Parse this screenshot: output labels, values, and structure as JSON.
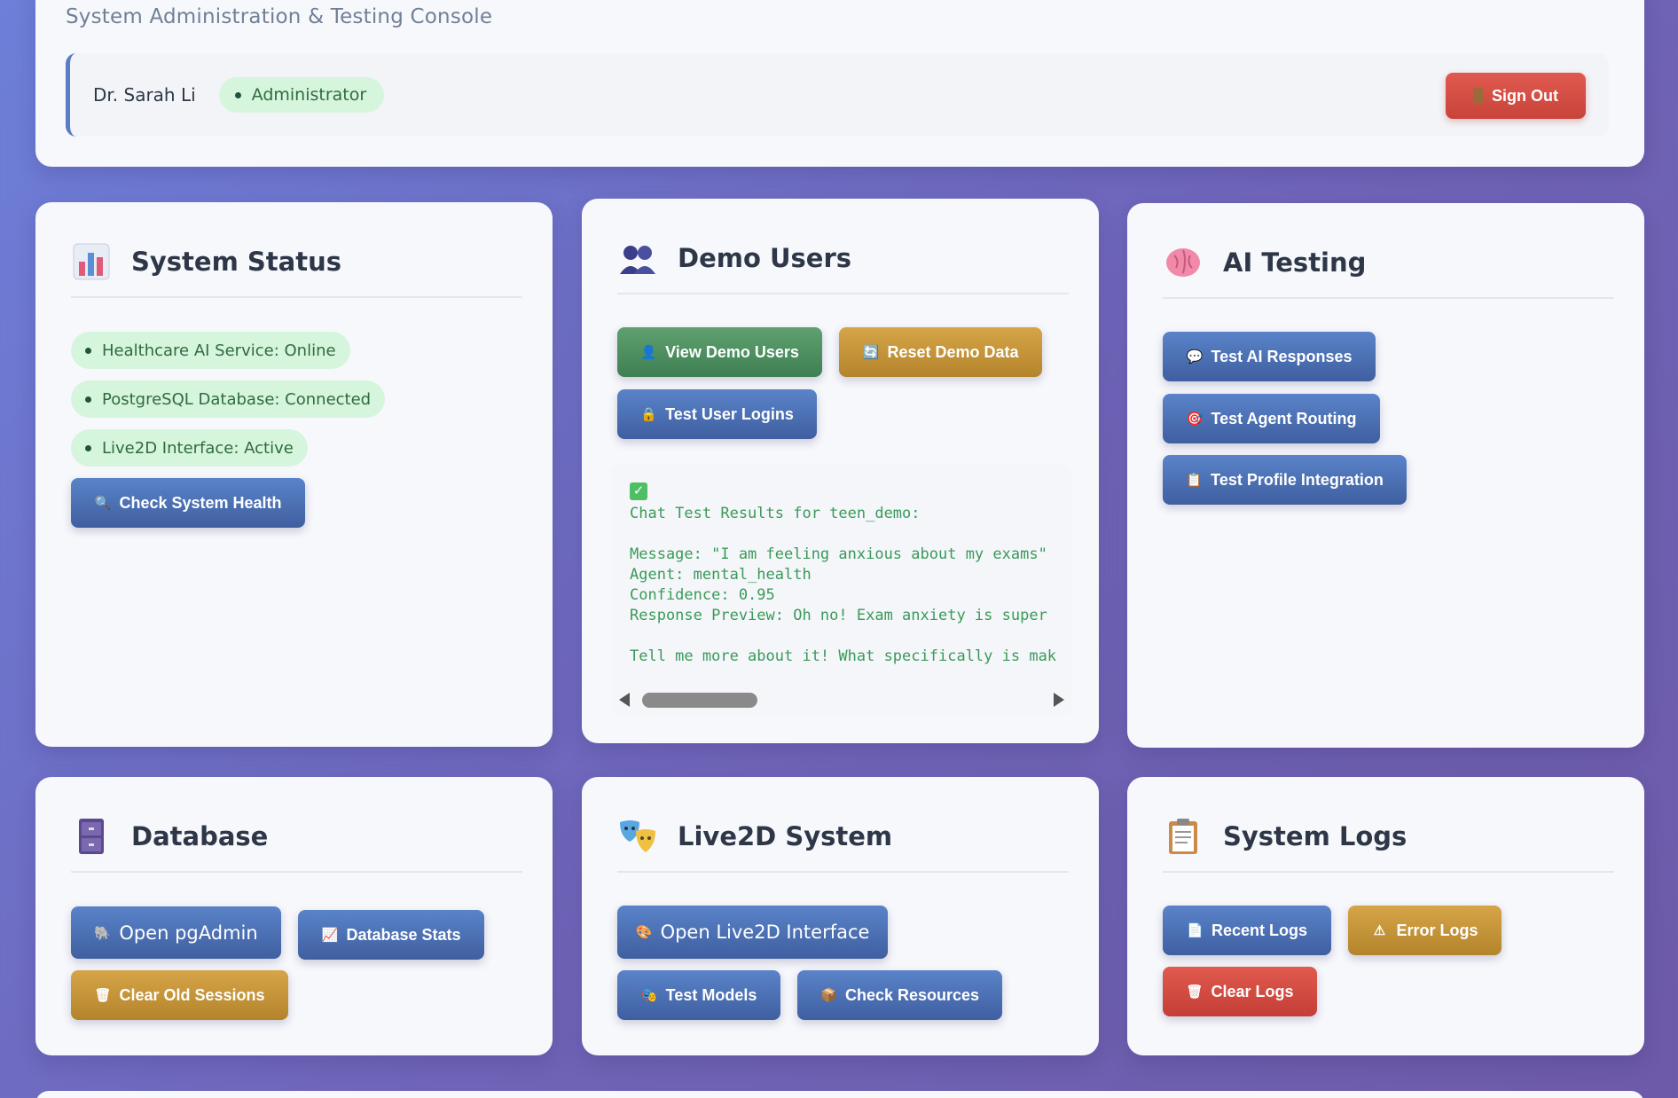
{
  "header": {
    "subtitle": "System Administration & Testing Console",
    "user_name": "Dr. Sarah Li",
    "role": "Administrator",
    "sign_out": "Sign Out"
  },
  "system_status": {
    "title": "System Status",
    "icon": "bar-chart-icon",
    "items": [
      "Healthcare AI Service: Online",
      "PostgreSQL Database: Connected",
      "Live2D Interface: Active"
    ],
    "check_button": "Check System Health"
  },
  "demo_users": {
    "title": "Demo Users",
    "icon": "users-icon",
    "view_button": "View Demo Users",
    "reset_button": "Reset Demo Data",
    "test_logins_button": "Test User Logins",
    "results_text": "Chat Test Results for teen_demo:\n\nMessage: \"I am feeling anxious about my exams\"\nAgent: mental_health\nConfidence: 0.95\nResponse Preview: Oh no! Exam anxiety is super\n\nTell me more about it! What specifically is mak"
  },
  "ai_testing": {
    "title": "AI Testing",
    "icon": "brain-icon",
    "buttons": [
      "Test AI Responses",
      "Test Agent Routing",
      "Test Profile Integration"
    ]
  },
  "database": {
    "title": "Database",
    "icon": "file-cabinet-icon",
    "pgadmin_button": "Open pgAdmin",
    "stats_button": "Database Stats",
    "clear_button": "Clear Old Sessions"
  },
  "live2d": {
    "title": "Live2D System",
    "icon": "theater-masks-icon",
    "open_button": "Open Live2D Interface",
    "models_button": "Test Models",
    "resources_button": "Check Resources"
  },
  "logs": {
    "title": "System Logs",
    "icon": "clipboard-icon",
    "recent_button": "Recent Logs",
    "error_button": "Error Logs",
    "clear_button": "Clear Logs"
  },
  "colors": {
    "primary": "#4a6fb5",
    "success": "#4f9160",
    "warning": "#c5953a",
    "danger": "#d24c42",
    "status_bg": "#d6f5dd"
  }
}
